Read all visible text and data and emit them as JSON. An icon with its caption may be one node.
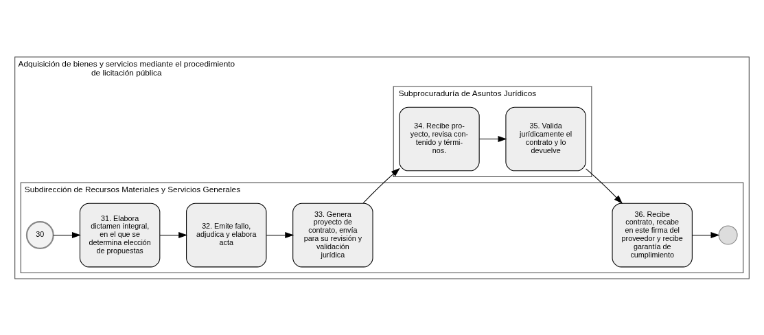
{
  "diagram": {
    "nodes": [
      {
        "text": [
          "Adquisición de bienes y servicios mediante el procedimiento de licitación pública"
        ]
      },
      {
        "text": [
          "Subdirección de Recursos Materiales y Servicios Generales"
        ],
        "in": 0
      },
      {
        "text": [
          "Subprocuraduría de Asuntos Jurídicos"
        ],
        "in": 0
      },
      {
        "text": [
          "30"
        ],
        "in": 1
      },
      {
        "text": [
          "31. Elabora dictamen integral, en el que se determina elección de propuestas"
        ],
        "in": 1
      },
      {
        "text": [
          "32. Emite fallo, adjudica y elabora acta"
        ],
        "in": 1
      },
      {
        "text": [
          "33. Genera proyecto de contrato, envía para su revisión y validación jurídica"
        ],
        "in": 1
      },
      {
        "text": [
          "36. Recibe contrato, recabe en este firma del proveedor y recibe garantía de cumplimiento"
        ],
        "in": 1
      },
      {
        "text": [],
        "shape": "circle",
        "in": 1
      },
      {
        "text": [
          "34. Recibe pro- yecto, revisa con- tenido y térmi- nos."
        ],
        "in": 2
      },
      {
        "text": [
          "35. Valida jurídicamente el contrato y lo devuelve"
        ],
        "in": 2
      }
    ],
    "edges": [
      {
        "from": 3,
        "to": 4,
        "arrow": "to"
      },
      {
        "from": 4,
        "to": 5,
        "arrow": "to"
      },
      {
        "from": 5,
        "to": 6,
        "arrow": "to"
      },
      {
        "from": 6,
        "to": 9,
        "arrow": "to"
      },
      {
        "from": 9,
        "to": 10,
        "arrow": "to"
      },
      {
        "from": 10,
        "to": 7,
        "arrow": "to"
      },
      {
        "from": 7,
        "to": 8,
        "arrow": "to"
      }
    ]
  }
}
